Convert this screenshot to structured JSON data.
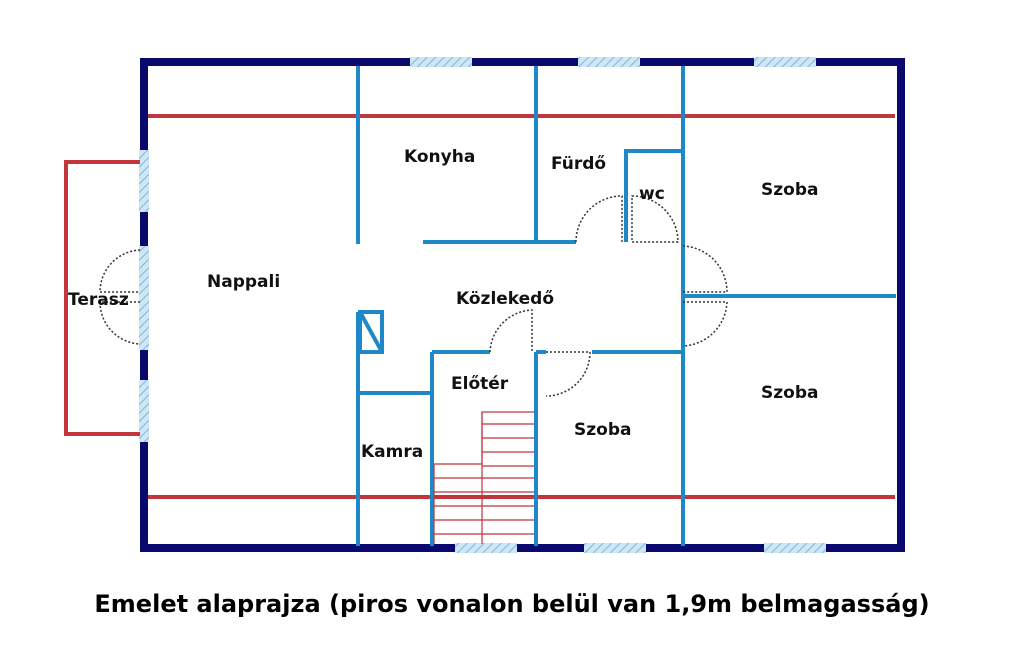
{
  "caption": "Emelet alaprajza (piros vonalon belül van 1,9m belmagasság)",
  "rooms": {
    "konyha": "Konyha",
    "furdo": "Fürdő",
    "wc": "wc",
    "szoba_ne": "Szoba",
    "szoba_e": "Szoba",
    "szoba_s": "Szoba",
    "nappali": "Nappali",
    "terasz": "Terasz",
    "kozlekedo": "Közlekedő",
    "eloter": "Előtér",
    "kamra": "Kamra"
  },
  "colors": {
    "outer_wall": "#0a0a6e",
    "inner_wall": "#1e88c8",
    "ceiling_line": "#c0363a",
    "window": "#9fcde8",
    "stairs": "#c0363a",
    "door_arc": "#333333"
  }
}
